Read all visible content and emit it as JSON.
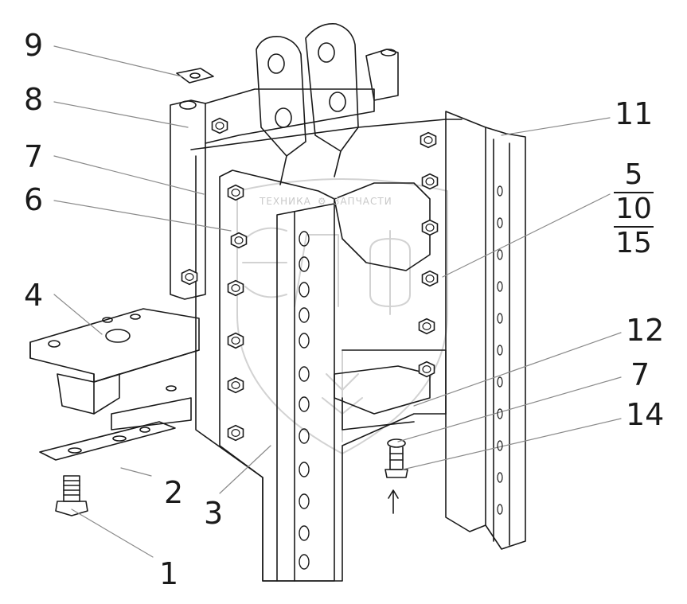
{
  "callouts": [
    {
      "id": "1",
      "text": "1"
    },
    {
      "id": "2",
      "text": "2"
    },
    {
      "id": "3",
      "text": "3"
    },
    {
      "id": "4",
      "text": "4"
    },
    {
      "id": "6",
      "text": "6"
    },
    {
      "id": "7a",
      "text": "7"
    },
    {
      "id": "7b",
      "text": "7"
    },
    {
      "id": "8",
      "text": "8"
    },
    {
      "id": "9",
      "text": "9"
    },
    {
      "id": "11",
      "text": "11"
    },
    {
      "id": "12",
      "text": "12"
    },
    {
      "id": "14",
      "text": "14"
    }
  ],
  "fraction_callout": {
    "top": "5",
    "middle": "10",
    "bottom": "15"
  },
  "watermark": {
    "left": "ТЕХНИКА",
    "right": "ЗАПЧАСТИ",
    "logo": "ЭЛФ"
  },
  "colors": {
    "line": "#1a1a1a",
    "leader": "#8a8a8a",
    "watermark": "#d0d0d0",
    "paper": "#ffffff"
  }
}
